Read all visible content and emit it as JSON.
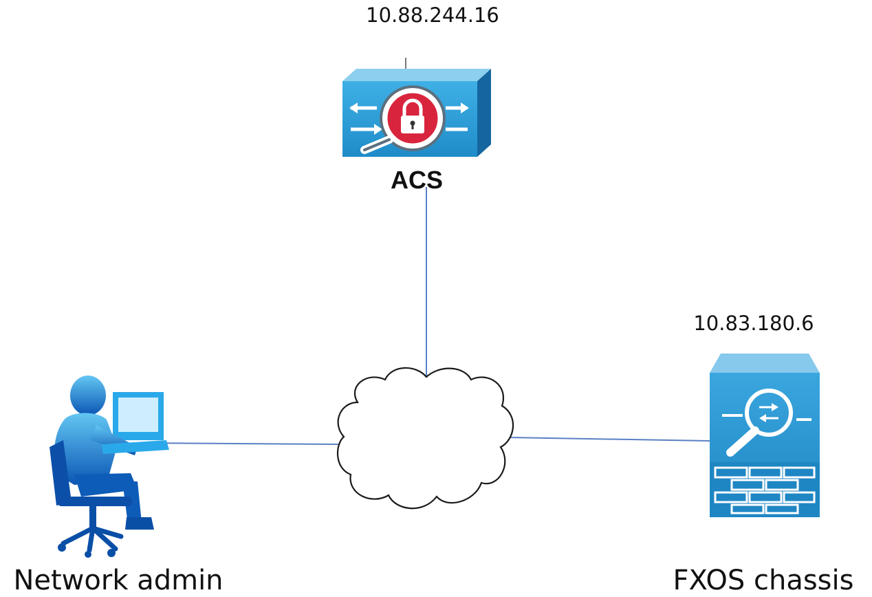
{
  "nodes": {
    "acs": {
      "label": "ACS",
      "ip": "10.88.244.16",
      "icon": "acs-server-icon"
    },
    "admin": {
      "label": "Network admin",
      "icon": "network-admin-icon"
    },
    "cloud": {
      "icon": "network-cloud-icon"
    },
    "fxos": {
      "label": "FXOS chassis",
      "ip": "10.83.180.6",
      "icon": "firewall-chassis-icon"
    }
  },
  "colors": {
    "link": "#5a7fc4",
    "device_blue": "#2b9ad6",
    "device_dark": "#1b6fa8",
    "lock_red": "#d9243d",
    "text": "#111111"
  }
}
